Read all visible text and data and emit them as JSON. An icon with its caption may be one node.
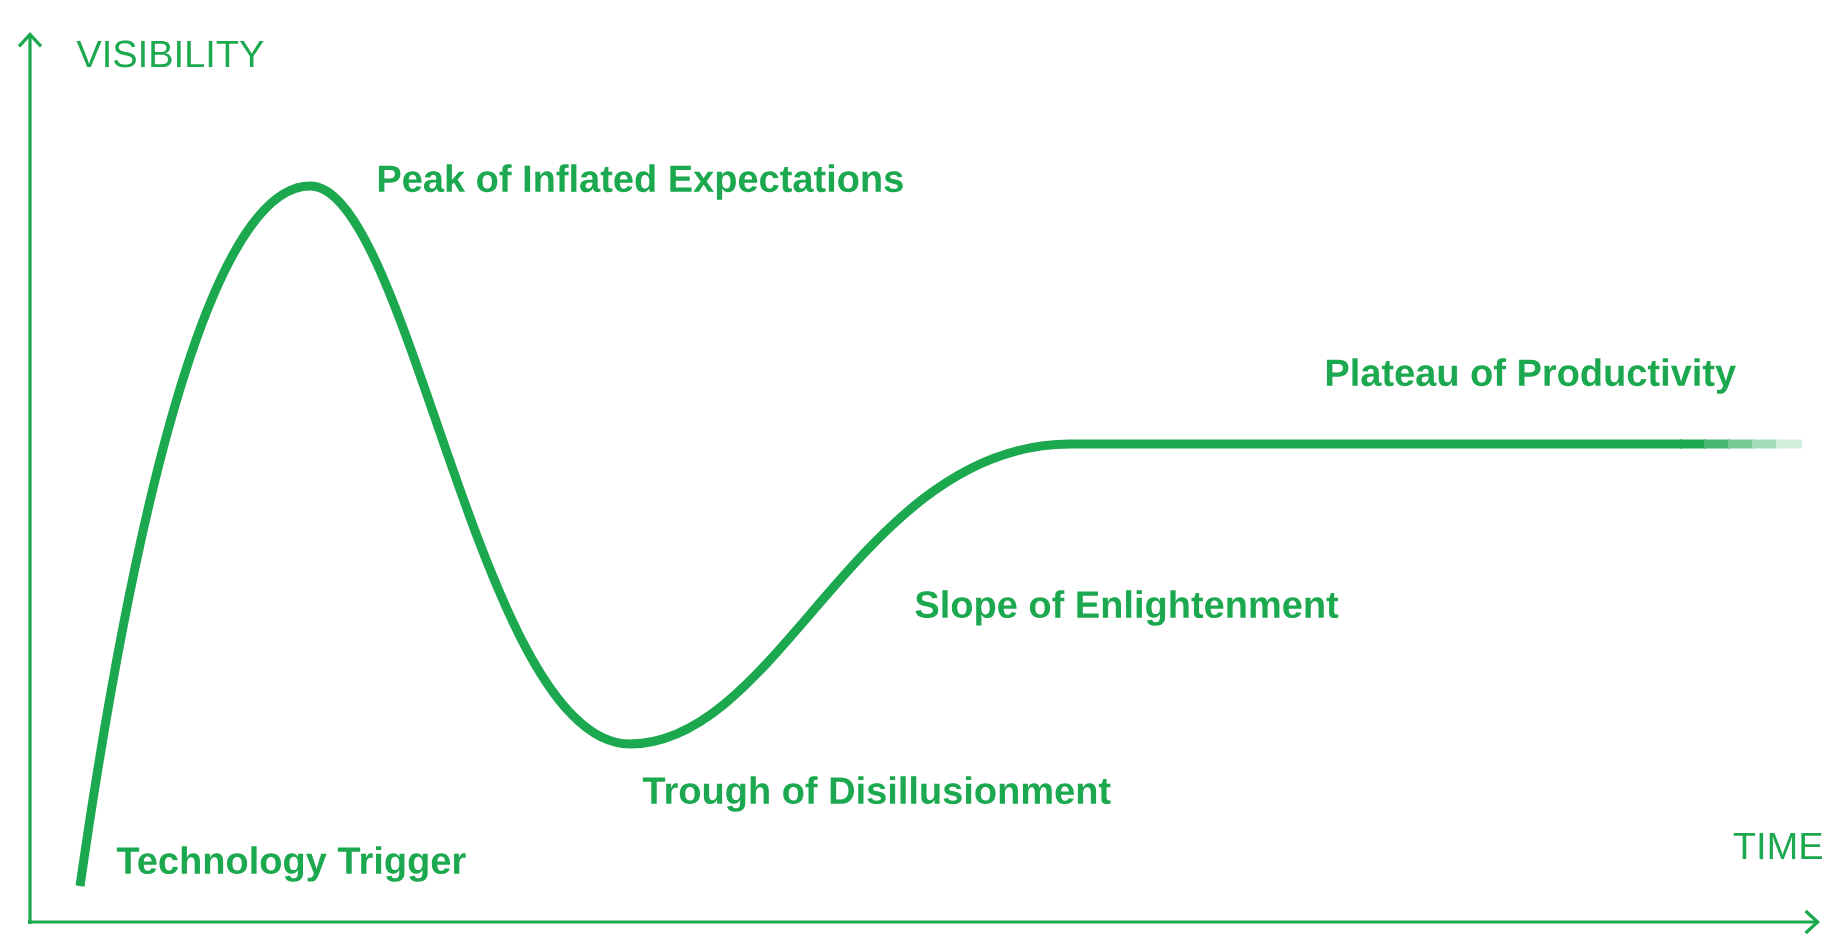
{
  "diagram": {
    "labels": [
      "VISIBILITY",
      "Peak of Inflated Expectations",
      "Plateau of Productivity",
      "Slope of Enlightenment",
      "Trough of Disillusionment",
      "TIME",
      "Technology Trigger"
    ]
  }
}
